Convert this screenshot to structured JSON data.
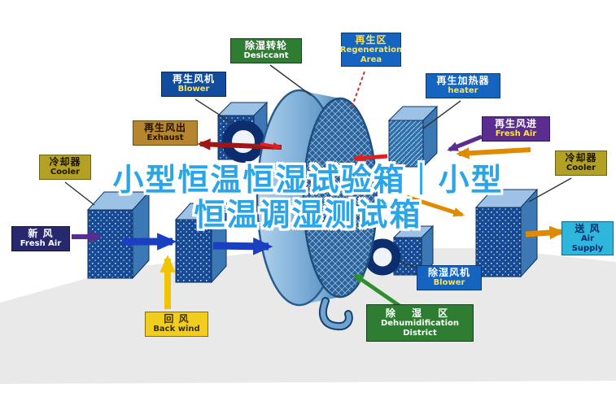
{
  "watermark": {
    "line1": "小型恒温恒湿试验箱｜小型",
    "line2": "恒温调湿测试箱",
    "color": "#29a5e8"
  },
  "labels": {
    "desiccant": {
      "zh": "除湿转轮",
      "en": "Desiccant"
    },
    "regeneration_area": {
      "zh": "再生区",
      "en": "Regeneration Area"
    },
    "regen_blower": {
      "zh": "再生风机",
      "en": "Blower"
    },
    "regen_heater": {
      "zh": "再生加热器",
      "en": "heater"
    },
    "regen_exhaust": {
      "zh": "再生风出",
      "en": "Exhaust"
    },
    "regen_fresh_air": {
      "zh": "再生风进",
      "en": "Fresh Air"
    },
    "cooler_left": {
      "zh": "冷却器",
      "en": "Cooler"
    },
    "cooler_right": {
      "zh": "冷却器",
      "en": "Cooler"
    },
    "fresh_air": {
      "zh": "新 风",
      "en": "Fresh Air"
    },
    "air_supply": {
      "zh": "送 风",
      "en": "Air Supply"
    },
    "back_wind": {
      "zh": "回 风",
      "en": "Back wind"
    },
    "dehumid_blower": {
      "zh": "除湿风机",
      "en": "Blower"
    },
    "dehumid_district": {
      "zh": "除 湿 区",
      "en1": "Dehumidification",
      "en2": "District"
    }
  },
  "colors": {
    "arrow_dark_red": "#a01515",
    "arrow_red": "#e02020",
    "arrow_orange": "#e08a00",
    "arrow_yellow": "#f0c400",
    "arrow_blue": "#1a3fc0",
    "arrow_purple": "#5b2d91",
    "arrow_green": "#2f8f2f",
    "rotor_blue": "#7fb0d8",
    "box_blue": "#164a95",
    "label_green": "#2e7d32",
    "label_blue": "#1464c0",
    "label_purple": "#5b2d91",
    "label_yellow": "#f0cd1e",
    "label_cyan": "#2fb6dc",
    "label_olive": "#b3a125",
    "label_tan": "#b5862f",
    "label_navy": "#28286e"
  }
}
